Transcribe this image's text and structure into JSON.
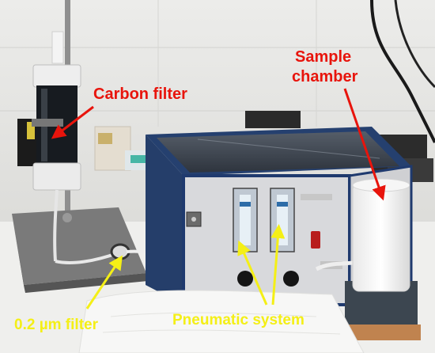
{
  "labels": {
    "carbon_filter": "Carbon filter",
    "sample_chamber_line1": "Sample",
    "sample_chamber_line2": "chamber",
    "micro_filter": "0.2 µm filter",
    "pneumatic_system": "Pneumatic system"
  },
  "colors": {
    "red_label": "#e8140c",
    "yellow_label": "#f4ef16",
    "device_panel": "#d9dadd",
    "device_frame": "#1f3a6e",
    "bench_top": "#f0f0ee",
    "wall_tile": "#e9e9e7"
  },
  "icons": [
    "arrow-icon",
    "flowmeter-icon",
    "knob-icon",
    "connector-icon"
  ]
}
